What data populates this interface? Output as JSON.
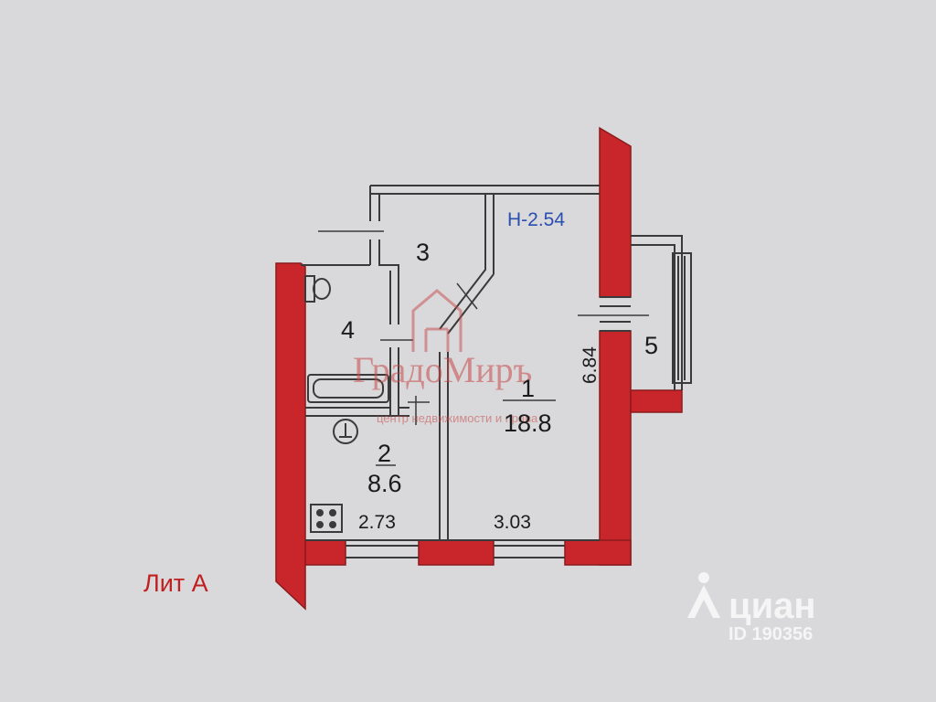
{
  "plan": {
    "height_label": "Н-2.54",
    "lit_label": "Лит А",
    "rooms": [
      {
        "number": "1",
        "area": "18.8"
      },
      {
        "number": "2",
        "area": "8.6"
      },
      {
        "number": "3",
        "area": ""
      },
      {
        "number": "4",
        "area": ""
      },
      {
        "number": "5",
        "area": ""
      }
    ],
    "dimensions": {
      "kitchen_width": "2.73",
      "room_width": "3.03",
      "room_length": "6.84"
    }
  },
  "watermarks": {
    "agency_name": "ГрадоМиръ",
    "agency_sub": "центр недвижимости и права",
    "cian_name": "циан",
    "cian_id": "ID 190356"
  },
  "colors": {
    "wall": "#c8262b",
    "wall_outline": "#8a1b1d",
    "line": "#3a3a3a",
    "height_text": "#2a4fb0",
    "lit_text": "#c02020"
  }
}
